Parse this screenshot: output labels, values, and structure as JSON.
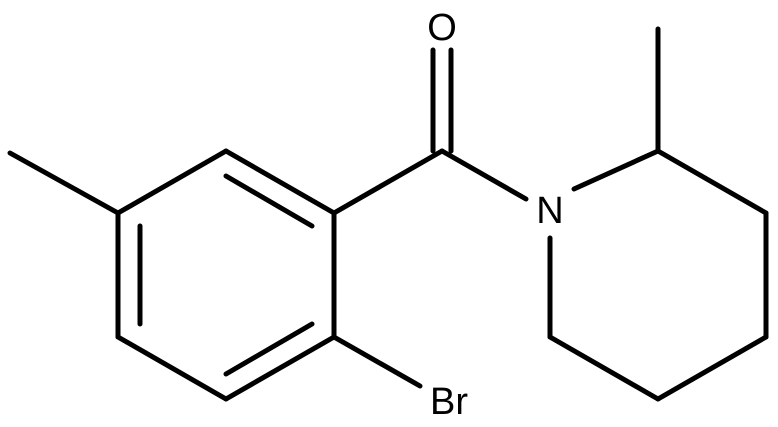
{
  "atoms": {
    "oxygen": "O",
    "nitrogen": "N",
    "bromine": "Br"
  },
  "colors": {
    "bond": "#000000",
    "label": "#000000",
    "background": "#ffffff"
  }
}
